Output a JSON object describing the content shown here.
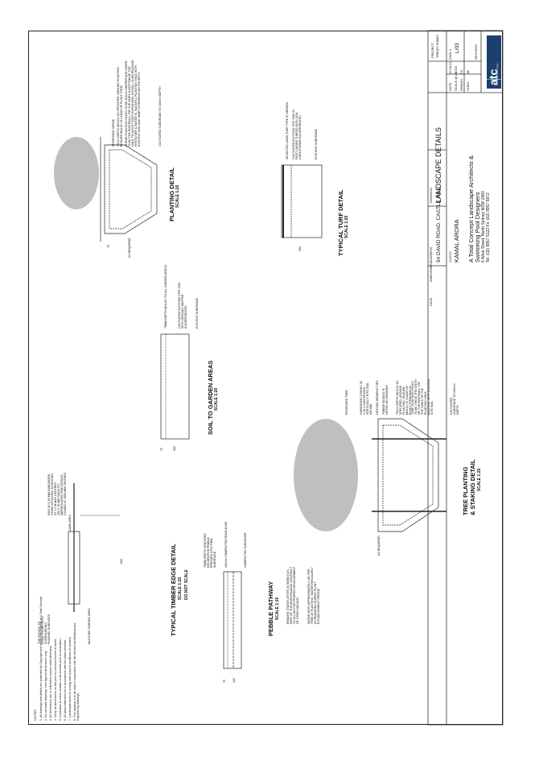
{
  "title_block": {
    "project_label": "PROJECT",
    "project": "TRENDY HOMES",
    "date_label": "DATE",
    "date": "12.08.21",
    "scale_label": "SCALE @ A3",
    "scale": "1:200",
    "drawn_label": "DRAWN",
    "drawn": "DC",
    "chkd_label": "CHKD",
    "chkd": "JB",
    "dwg_label": "DWG #",
    "dwg": "L/03",
    "revision_label": "REVISION",
    "logo": "atc",
    "logo_sub": "landscape & pool design",
    "drawing_label": "DRAWING",
    "drawing": "LANDSCAPE DETAILS",
    "address_label": "ADDRESS",
    "address": "94 DAVID ROAD, CASTLE HILL",
    "client_label": "CLIENT",
    "client": "KAMAL ARORA",
    "date2_label": "DATE",
    "amendment_label": "AMENDMENT",
    "company_line1": "A Total Concept Landscape Architects &",
    "company_line2": "Swimming Pool Designers",
    "company_line3": "6 West Street, North Sydney NSW 2060",
    "company_line4": "Tel: (02) 9957 5122   Fx: (02) 9957 5972"
  },
  "details": {
    "planting": {
      "title": "PLANTING DETAIL",
      "scale": "SCALE 1:20",
      "label1": "PROPOSED SHRUB",
      "label2": "75mm DEPTH MULCH AS SPECIFIED. AROUND PLANTING. ENSURE MULCH IS CLEAR OF PLANT STEM",
      "label3": "SHRUB PLANTING HOLES TO BE 200mm DEEPER AND WIDER THAN THE ROOTBALL. RIP THE SIDES & BOTTOM OF THE HOLE TO ASSIST ROOT EXPANSION. INSTALL SLOW RELEASE FERTILISER & WATER IN. BACKFILL PLANTING HOLE WITH EXISTING SOIL AND TAMP TO REMOVE AIR POCKETS",
      "label4": "CULTIVATED SUBGRADE TO 150mm DEPTH",
      "dim1": "75",
      "dim2": "AS REQUIRED"
    },
    "turf": {
      "title": "TYPICAL TURF DETAIL",
      "scale": "SCALE 1:20",
      "label1": "SELECTED LAWN TURF TYPE IF NEEDED",
      "label2": "CULTIVATED EXISTING SITE SOIL IN FIRST UNDER TURFED WITH SOIL CONDITIONER INCORPORATED",
      "label3": "EXISTING SUBGRADE",
      "dim1": "300"
    },
    "soil": {
      "title": "SOIL TO GARDEN AREAS",
      "scale": "SCALE 1:20",
      "label1": "75MM DEPTH MULCH TO ALL GARDEN AREAS",
      "label2": "CULTIVATED EXISTING SITE SOIL WITH ORGANIC MATTER INCORPORATED",
      "label3": "EXISTING SUBGRADE",
      "dim1": "75",
      "dim2": "300"
    },
    "tree": {
      "title": "TREE PLANTING",
      "title2": "& STAKING DETAIL",
      "scale": "SCALE 1:20",
      "label1": "PROPOSED TREE",
      "label2": "HARDWOOD STAKES 38 X 38 X 1800 DRIVEN VERTICALLY INTO SOIL 600 MM",
      "label3": "HESSIAN WEBBING TIES",
      "label4": "TIMBER EDGING IF NOTED ON DRAWING",
      "label5": "75mm DEPTH MULCH AS SPECIFIED. AROUND PLANTING. ENSURE MULCH IS CLEAR OF PLANT STEM MULCH",
      "label6": "TREE PLANTING HOLES TO BE TWICE THE WIDTH OF THE ROOTBALL. RIP THE SIDES OF THE PLANTING HOLE. BACKFILL WITH EXISTING SITE SOIL",
      "label7": "CULTIVATED SUBGRADE TO 150mm DEPTH",
      "label8": "REMOVE STAKES AFTER 26 WEEKS AS PART OF THE MAINTENANCE CONTRACT TO ALLOW FOR PROPER DEVELOPMENT OF STEM HOLDING",
      "label9": "WATER WITH APPROXIMATELY 20L PER TREE AT PLANTING, WATER REGULARLY AS REQUIRED DURING PLANT ESTABLISHMENT PERIOD",
      "dim1": "AS REQUIRED"
    },
    "edge": {
      "title": "TYPICAL TIMBER EDGE DETAIL",
      "scale": "SCALE 1:20",
      "scale2": "DO NOT SCALE",
      "label1": "600X 50 X 50 MM HARDWOOD STAKE ATTACHED TO EDGING AT 1.2 M MAX CENTRES",
      "label2": "150 X 25 MM TANALITH IMPREGNATED PINE EDGING STAKED AT 1500 MM CENTRES",
      "label3": "LAWN AREA",
      "label4": "TOP EDGING TO FINISH FLUSH WITH SURROUNDING FINISHED SURFACES",
      "label5": "MULCHED GARDEN AREA",
      "dim1": "600"
    },
    "pathway": {
      "title": "PEBBLE PATHWAY",
      "scale": "SCALE 1:10",
      "label1": "75MM DEPTH SPECIFIED DECORATIVE PEBBLE PRESSED INTO FIRM SUBGRADE",
      "label2": "100mm COMPACTED ROAD BASE",
      "label3": "COMPACTED SUBGRADE",
      "dim1": "75",
      "dim2": "100"
    }
  },
  "notes": [
    "NOTES",
    "1. All drawings and details are protected by Copyright and remain the property of A Total Concept.",
    "2. Do not scale drawings. Use figured dimensions only.",
    "3. All dimensions are in millimetres unless noted otherwise.",
    "4. Verify all dimensions on site prior to commencement of works.",
    "5. Contractor to check location of all services prior to excavation.",
    "6. All plant material to be in accordance with the plant schedule.",
    "7. Landscape works to comply with Council conditions of consent.",
    "8. This drawing is to be read in conjunction with all relevant architectural and engineering drawings."
  ]
}
